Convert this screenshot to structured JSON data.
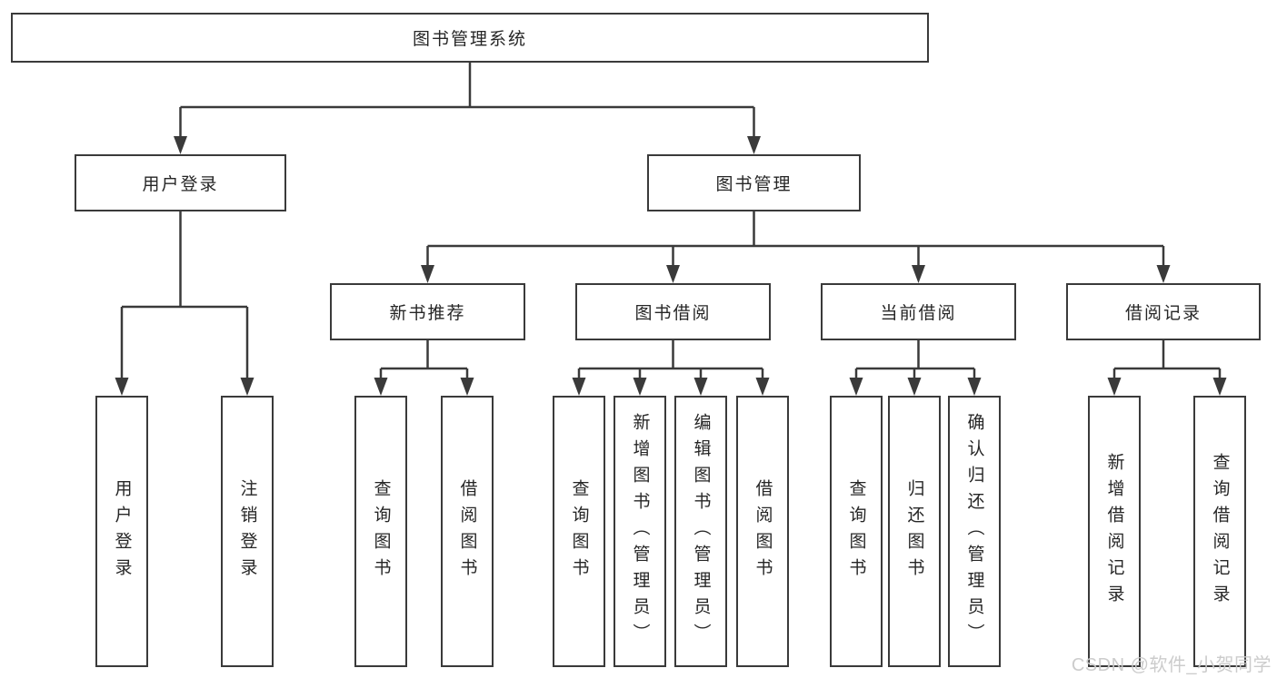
{
  "title": "图书管理系统",
  "watermark": "CSDN @软件_小贺同学",
  "colors": {
    "line": "#3a3a3a",
    "box_border": "#3a3a3a",
    "box_fill": "#ffffff",
    "text": "#262626",
    "watermark": "#c9c9c9",
    "background": "#ffffff"
  },
  "tree": {
    "root": "图书管理系统",
    "branches": [
      {
        "label": "用户登录",
        "children": [
          "用户登录",
          "注销登录"
        ]
      },
      {
        "label": "图书管理",
        "groups": [
          {
            "label": "新书推荐",
            "children": [
              "查询图书",
              "借阅图书"
            ]
          },
          {
            "label": "图书借阅",
            "children": [
              "查询图书",
              "新增图书（管理员）",
              "编辑图书（管理员）",
              "借阅图书"
            ]
          },
          {
            "label": "当前借阅",
            "children": [
              "查询图书",
              "归还图书",
              "确认归还（管理员）"
            ]
          },
          {
            "label": "借阅记录",
            "children": [
              "新增借阅记录",
              "查询借阅记录"
            ]
          }
        ]
      }
    ]
  }
}
